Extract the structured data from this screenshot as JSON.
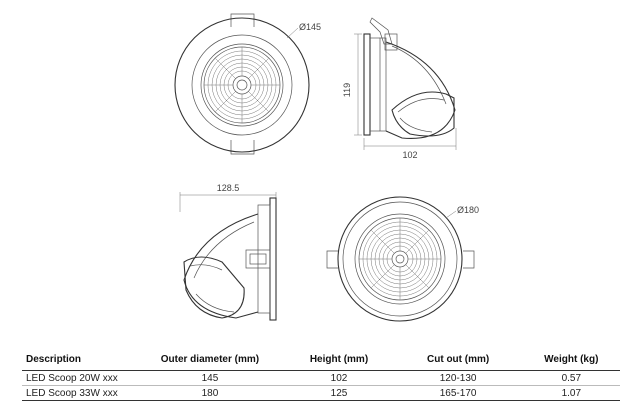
{
  "dimensions": {
    "small_diameter": "Ø145",
    "small_height": "119",
    "small_depth": "102",
    "large_width": "128.5",
    "large_diameter": "Ø180"
  },
  "table": {
    "headers": [
      "Description",
      "Outer diameter (mm)",
      "Height (mm)",
      "Cut out (mm)",
      "Weight (kg)"
    ],
    "rows": [
      [
        "LED Scoop 20W xxx",
        "145",
        "102",
        "120-130",
        "0.57"
      ],
      [
        "LED Scoop 33W xxx",
        "180",
        "125",
        "165-170",
        "1.07"
      ]
    ]
  }
}
